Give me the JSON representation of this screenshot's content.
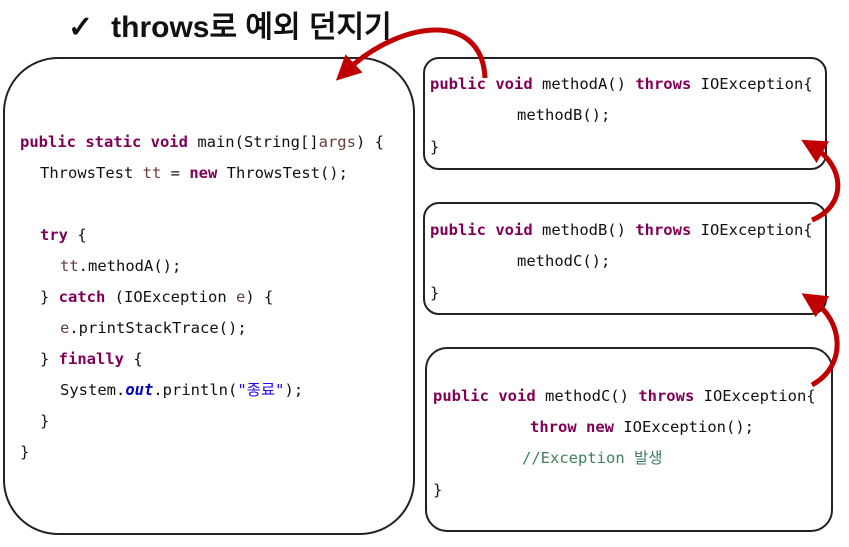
{
  "title": {
    "check": "✓",
    "text": "throws로 예외 던지기"
  },
  "main_code": {
    "l1": {
      "kw": "public static void",
      "rest": " main(String[]",
      "var": "args",
      "end": ") {"
    },
    "l2": {
      "a": "ThrowsTest ",
      "var": "tt",
      "b": " = ",
      "kw": "new",
      "c": " ThrowsTest();"
    },
    "l3": {
      "kw": "try",
      "rest": " {"
    },
    "l4": {
      "var": "tt",
      "rest": ".methodA();"
    },
    "l5": {
      "a": "} ",
      "kw": "catch",
      "b": " (IOException ",
      "var": "e",
      "c": ") {"
    },
    "l6": {
      "var": "e",
      "rest": ".printStackTrace();"
    },
    "l7": {
      "a": "} ",
      "kw": "finally",
      "b": " {"
    },
    "l8": {
      "a": "System.",
      "field": "out",
      "b": ".println(",
      "str": "\"종료\"",
      "c": ");"
    },
    "l9": "}",
    "l10": "}"
  },
  "method_a": {
    "sig": {
      "kw1": "public void",
      "name": " methodA() ",
      "kw2": "throws",
      "exc": " IOException{"
    },
    "body": "methodB();",
    "close": "}"
  },
  "method_b": {
    "sig": {
      "kw1": "public void",
      "name": " methodB() ",
      "kw2": "throws",
      "exc": " IOException{"
    },
    "body": "methodC();",
    "close": "}"
  },
  "method_c": {
    "sig": {
      "kw1": "public void",
      "name": " methodC() ",
      "kw2": "throws",
      "exc": " IOException{"
    },
    "throw_kw": "throw",
    "new_kw": "new",
    "throw_rest": " IOException();",
    "comment": "//Exception 발생",
    "close": "}"
  },
  "colors": {
    "keyword": "#7f0055",
    "arrow": "#c00000",
    "comment": "#3f7f5f",
    "string": "#2a00ff"
  }
}
